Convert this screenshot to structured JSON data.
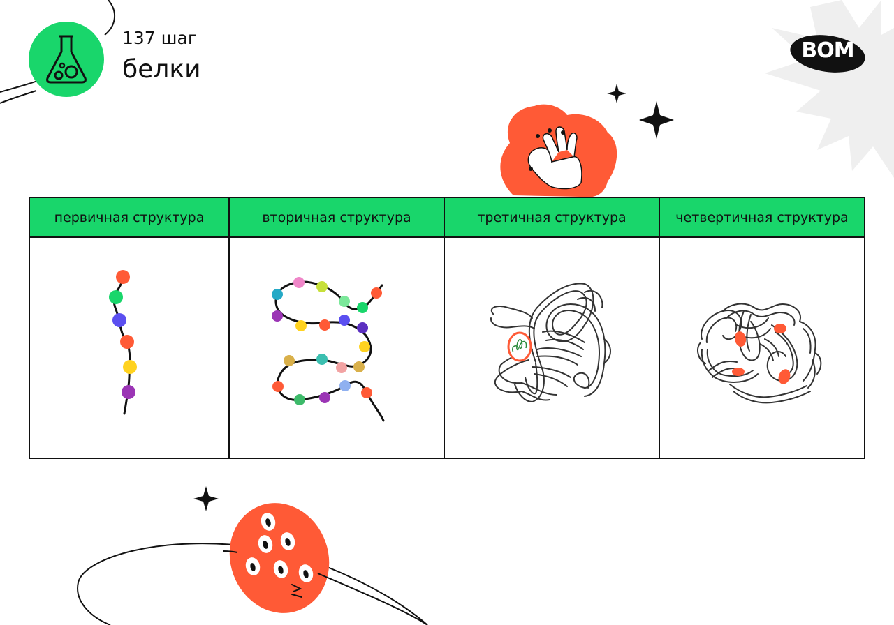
{
  "header": {
    "step_number": "137 шаг",
    "step_title": "белки",
    "badge_icon": "flask-icon",
    "badge_color": "#19d66b"
  },
  "brand": {
    "logo_text": "ВОМ",
    "logo_color": "#111111"
  },
  "colors": {
    "accent_green": "#19d66b",
    "accent_orange": "#ff5a36",
    "ink": "#111111"
  },
  "table": {
    "columns": [
      {
        "label": "первичная структура",
        "illustration": "bead-chain-straight"
      },
      {
        "label": "вторичная структура",
        "illustration": "bead-chain-helix"
      },
      {
        "label": "третичная структура",
        "illustration": "folded-tube"
      },
      {
        "label": "четвертичная структура",
        "illustration": "tube-complex"
      }
    ]
  },
  "decorations": {
    "hand_sticker_icon": "ok-hand-icon",
    "blob_sticker_icon": "eyes-blob-icon",
    "sparkle_icon": "sparkle-icon"
  }
}
